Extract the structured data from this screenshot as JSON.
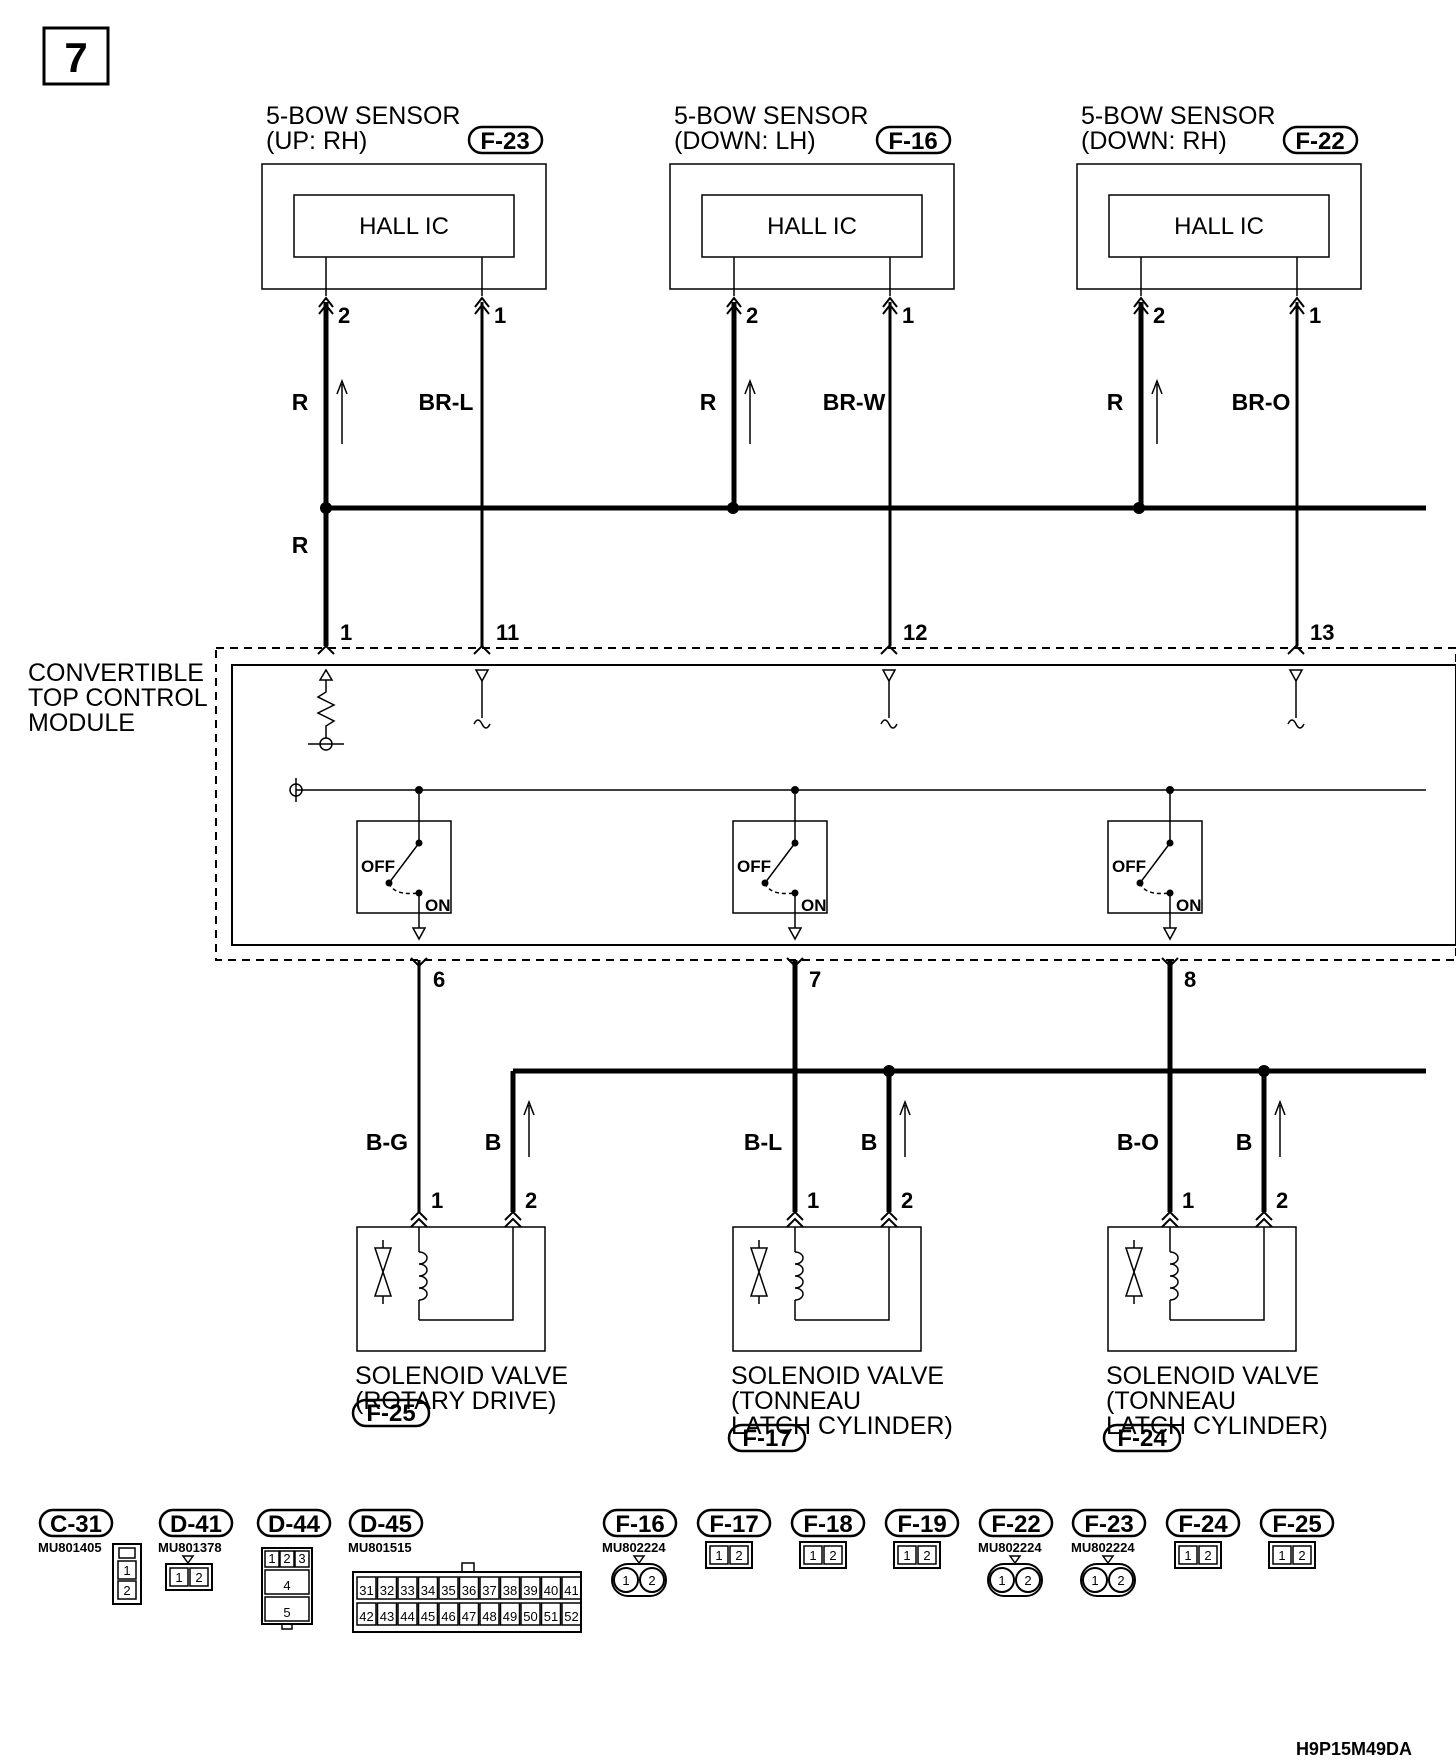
{
  "page_number": "7",
  "sensors": [
    {
      "title": "5-BOW SENSOR",
      "position": "(UP: RH)",
      "connector": "F-23",
      "ic": "HALL IC",
      "pin_left": "2",
      "pin_right": "1",
      "wire_left": "R",
      "wire_right": "BR-L"
    },
    {
      "title": "5-BOW SENSOR",
      "position": "(DOWN: LH)",
      "connector": "F-16",
      "ic": "HALL IC",
      "pin_left": "2",
      "pin_right": "1",
      "wire_left": "R",
      "wire_right": "BR-W"
    },
    {
      "title": "5-BOW SENSOR",
      "position": "(DOWN: RH)",
      "connector": "F-22",
      "ic": "HALL IC",
      "pin_left": "2",
      "pin_right": "1",
      "wire_left": "R",
      "wire_right": "BR-O"
    }
  ],
  "bus_wire_label": "R",
  "module": {
    "label_lines": [
      "CONVERTIBLE",
      "TOP CONTROL",
      "MODULE"
    ],
    "top_pins": [
      "1",
      "11",
      "12",
      "13"
    ],
    "bottom_pins": [
      "6",
      "7",
      "8"
    ],
    "switch_off": "OFF",
    "switch_on": "ON"
  },
  "valves": [
    {
      "line1": "SOLENOID VALVE",
      "line2": "(ROTARY DRIVE)",
      "line3": "",
      "connector": "F-25",
      "wire_left": "B-G",
      "wire_right": "B",
      "pin_left": "1",
      "pin_right": "2"
    },
    {
      "line1": "SOLENOID VALVE",
      "line2": "(TONNEAU",
      "line3": " LATCH CYLINDER)",
      "connector": "F-17",
      "wire_left": "B-L",
      "wire_right": "B",
      "pin_left": "1",
      "pin_right": "2"
    },
    {
      "line1": "SOLENOID VALVE",
      "line2": "(TONNEAU",
      "line3": " LATCH CYLINDER)",
      "connector": "F-24",
      "wire_left": "B-O",
      "wire_right": "B",
      "pin_left": "1",
      "pin_right": "2"
    }
  ],
  "connector_legend": [
    {
      "tag": "C-31",
      "part": "MU801405"
    },
    {
      "tag": "D-41",
      "part": "MU801378"
    },
    {
      "tag": "D-44",
      "part": ""
    },
    {
      "tag": "D-45",
      "part": "MU801515"
    },
    {
      "tag": "F-16",
      "part": "MU802224"
    },
    {
      "tag": "F-17",
      "part": ""
    },
    {
      "tag": "F-18",
      "part": ""
    },
    {
      "tag": "F-19",
      "part": ""
    },
    {
      "tag": "F-22",
      "part": "MU802224"
    },
    {
      "tag": "F-23",
      "part": "MU802224"
    },
    {
      "tag": "F-24",
      "part": ""
    },
    {
      "tag": "F-25",
      "part": ""
    }
  ],
  "pin_numbers": {
    "c31": [
      "1",
      "2"
    ],
    "d41": [
      "1",
      "2"
    ],
    "d44": [
      "1",
      "2",
      "3",
      "4",
      "5"
    ],
    "d45_top": [
      "31",
      "32",
      "33",
      "34",
      "35",
      "36",
      "37",
      "38",
      "39",
      "40",
      "41"
    ],
    "d45_bottom": [
      "42",
      "43",
      "44",
      "45",
      "46",
      "47",
      "48",
      "49",
      "50",
      "51",
      "52"
    ],
    "two_pin": [
      "1",
      "2"
    ]
  },
  "drawing_code": "H9P15M49DA"
}
